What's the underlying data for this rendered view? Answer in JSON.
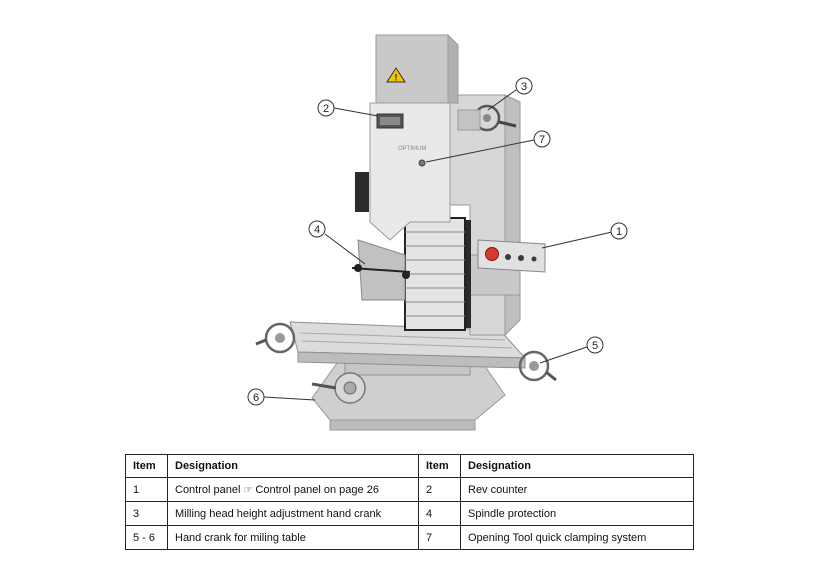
{
  "figure": {
    "callouts": [
      "1",
      "2",
      "3",
      "4",
      "5",
      "6",
      "7"
    ],
    "warning_glyph": "!",
    "nameplate_brand": "OPTIMUM",
    "icons": [
      "warning-triangle-icon",
      "pointing-hand-icon"
    ],
    "colors": {
      "machine_body": "#d9d9d9",
      "machine_shade": "#bdbdbd",
      "machine_dark": "#2b2b2b",
      "emergency_stop": "#d63a2a",
      "warning_yellow": "#f0c800"
    }
  },
  "table": {
    "headers": [
      "Item",
      "Designation",
      "Item",
      "Designation"
    ],
    "rows": [
      {
        "item_left": "1",
        "desig_left_a": "Control panel",
        "desig_left_b": "Control panel on page 26",
        "item_right": "2",
        "desig_right": "Rev counter"
      },
      {
        "item_left": "3",
        "desig_left": "Milling head height adjustment hand crank",
        "item_right": "4",
        "desig_right": "Spindle protection"
      },
      {
        "item_left": "5 - 6",
        "desig_left": "Hand crank for miling table",
        "item_right": "7",
        "desig_right": "Opening Tool quick clamping system"
      }
    ]
  }
}
